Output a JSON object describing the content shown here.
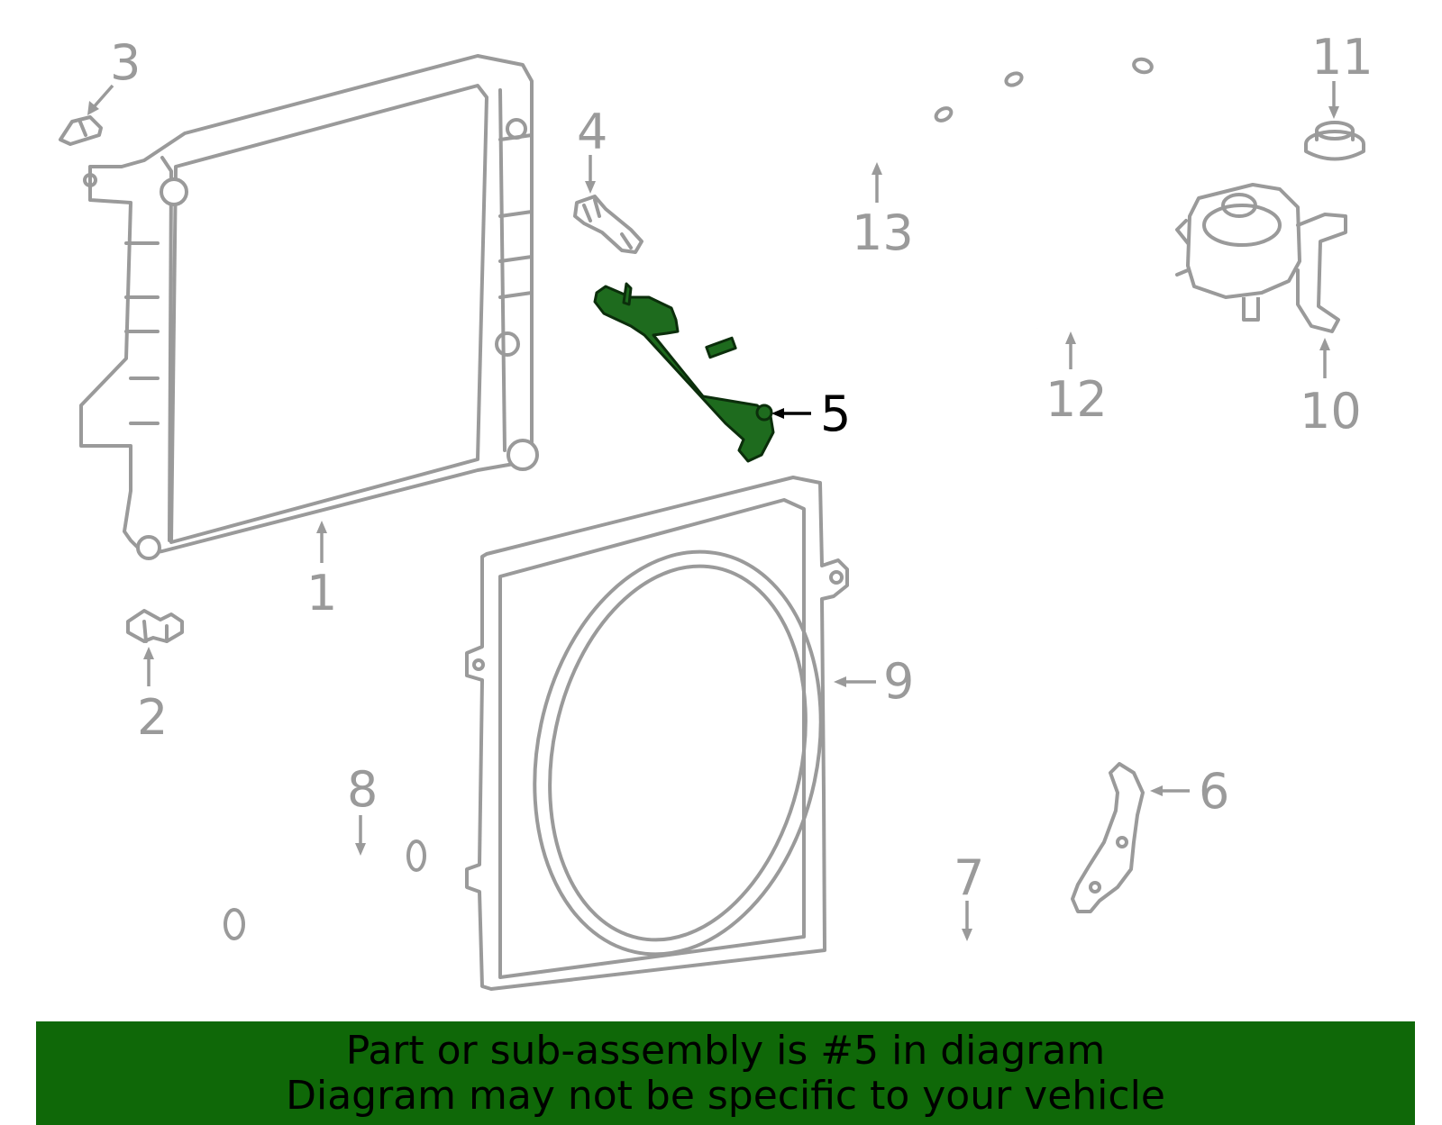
{
  "callouts": {
    "c1": "1",
    "c2": "2",
    "c3": "3",
    "c4": "4",
    "c5": "5",
    "c6": "6",
    "c7": "7",
    "c8": "8",
    "c9": "9",
    "c10": "10",
    "c11": "11",
    "c12": "12",
    "c13": "13"
  },
  "highlight": {
    "part_number": "5",
    "color": "#1e6b1e"
  },
  "colors": {
    "line_gray": "#9a9a9a",
    "banner_green": "#0f6808"
  },
  "banner": {
    "line1": "Part or sub-assembly is #5 in diagram",
    "line2": "Diagram may not be specific to your vehicle"
  }
}
